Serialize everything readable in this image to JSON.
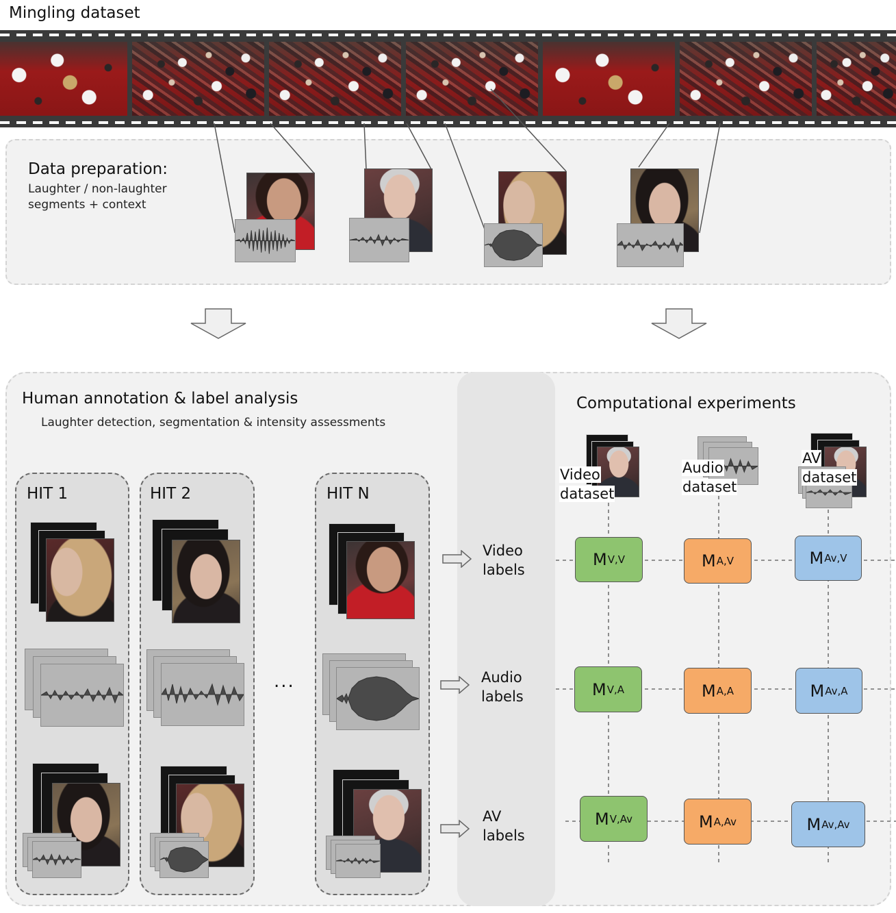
{
  "header": {
    "title": "Mingling dataset"
  },
  "data_preparation": {
    "title": "Data preparation:",
    "subtitle_line1": "Laughter / non-laughter",
    "subtitle_line2": "segments + context"
  },
  "annotation": {
    "title": "Human annotation & label analysis",
    "subtitle": "Laughter detection, segmentation & intensity assessments",
    "hits": [
      "HIT 1",
      "HIT 2",
      "HIT N"
    ],
    "ellipsis": "...",
    "labels": {
      "video": "Video\nlabels",
      "audio": "Audio\nlabels",
      "av": "AV\nlabels"
    }
  },
  "experiments": {
    "title": "Computational experiments",
    "datasets": {
      "video": [
        "Video",
        "dataset"
      ],
      "audio": [
        "Audio",
        "dataset"
      ],
      "av": [
        "AV",
        "dataset"
      ]
    },
    "models": [
      [
        {
          "m": "M",
          "sub": "V,V"
        },
        {
          "m": "M",
          "sub": "A,V"
        },
        {
          "m": "M",
          "sub": "Av,V"
        }
      ],
      [
        {
          "m": "M",
          "sub": "V,A"
        },
        {
          "m": "M",
          "sub": "A,A"
        },
        {
          "m": "M",
          "sub": "Av,A"
        }
      ],
      [
        {
          "m": "M",
          "sub": "V,Av"
        },
        {
          "m": "M",
          "sub": "A,Av"
        },
        {
          "m": "M",
          "sub": "Av,Av"
        }
      ]
    ]
  },
  "colors": {
    "video_model": "#8ec46f",
    "audio_model": "#f6aa67",
    "av_model": "#9ec4e8",
    "panel": "#f2f2f2",
    "film": "#3a3a3a"
  }
}
